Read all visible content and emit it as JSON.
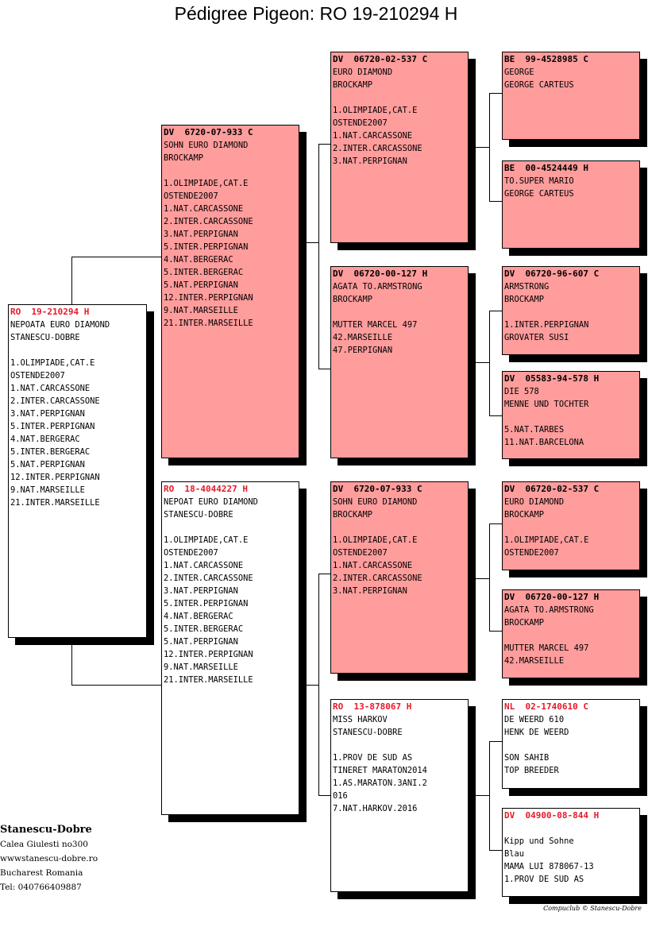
{
  "title": "Pédigree Pigeon: RO  19-210294 H",
  "colors": {
    "pink": "#ff9c9c",
    "red_ring": "#e8192a"
  },
  "cards": [
    {
      "ring": "RO  19-210294 H",
      "ring_red": true,
      "pink": false,
      "lines": [
        "NEPOATA EURO DIAMOND",
        "STANESCU-DOBRE",
        "",
        "1.OLIMPIADE,CAT.E",
        "OSTENDE2007",
        "1.NAT.CARCASSONE",
        "2.INTER.CARCASSONE",
        "3.NAT.PERPIGNAN",
        "5.INTER.PERPIGNAN",
        "4.NAT.BERGERAC",
        "5.INTER.BERGERAC",
        "5.NAT.PERPIGNAN",
        "12.INTER.PERPIGNAN",
        "9.NAT.MARSEILLE",
        "21.INTER.MARSEILLE"
      ]
    },
    {
      "ring": "DV  6720-07-933 C",
      "ring_red": false,
      "pink": true,
      "lines": [
        "SOHN EURO DIAMOND",
        "BROCKAMP",
        "",
        "1.OLIMPIADE,CAT.E",
        "OSTENDE2007",
        "1.NAT.CARCASSONE",
        "2.INTER.CARCASSONE",
        "3.NAT.PERPIGNAN",
        "5.INTER.PERPIGNAN",
        "4.NAT.BERGERAC",
        "5.INTER.BERGERAC",
        "5.NAT.PERPIGNAN",
        "12.INTER.PERPIGNAN",
        "9.NAT.MARSEILLE",
        "21.INTER.MARSEILLE"
      ]
    },
    {
      "ring": "RO  18-4044227 H",
      "ring_red": true,
      "pink": false,
      "lines": [
        "NEPOAT EURO DIAMOND",
        "STANESCU-DOBRE",
        "",
        "1.OLIMPIADE,CAT.E",
        "OSTENDE2007",
        "1.NAT.CARCASSONE",
        "2.INTER.CARCASSONE",
        "3.NAT.PERPIGNAN",
        "5.INTER.PERPIGNAN",
        "4.NAT.BERGERAC",
        "5.INTER.BERGERAC",
        "5.NAT.PERPIGNAN",
        "12.INTER.PERPIGNAN",
        "9.NAT.MARSEILLE",
        "21.INTER.MARSEILLE"
      ]
    },
    {
      "ring": "DV  06720-02-537 C",
      "ring_red": false,
      "pink": true,
      "lines": [
        "EURO DIAMOND",
        "BROCKAMP",
        "",
        "1.OLIMPIADE,CAT.E",
        "OSTENDE2007",
        "1.NAT.CARCASSONE",
        "2.INTER.CARCASSONE",
        "3.NAT.PERPIGNAN"
      ]
    },
    {
      "ring": "DV  06720-00-127 H",
      "ring_red": false,
      "pink": true,
      "lines": [
        "AGATA TO.ARMSTRONG",
        "BROCKAMP",
        "",
        "MUTTER MARCEL 497",
        "42.MARSEILLE",
        "47.PERPIGNAN"
      ]
    },
    {
      "ring": "DV  6720-07-933 C",
      "ring_red": false,
      "pink": true,
      "lines": [
        "SOHN EURO DIAMOND",
        "BROCKAMP",
        "",
        "1.OLIMPIADE,CAT.E",
        "OSTENDE2007",
        "1.NAT.CARCASSONE",
        "2.INTER.CARCASSONE",
        "3.NAT.PERPIGNAN"
      ]
    },
    {
      "ring": "RO  13-878067 H",
      "ring_red": true,
      "pink": false,
      "lines": [
        "MISS HARKOV",
        "STANESCU-DOBRE",
        "",
        "1.PROV DE SUD AS",
        "TINERET MARATON2014",
        "1.AS.MARATON.3ANI.2",
        "016",
        "7.NAT.HARKOV.2016"
      ]
    },
    {
      "ring": "BE  99-4528985 C",
      "ring_red": false,
      "pink": true,
      "lines": [
        "GEORGE",
        "GEORGE CARTEUS"
      ]
    },
    {
      "ring": "BE  00-4524449 H",
      "ring_red": false,
      "pink": true,
      "lines": [
        "TO.SUPER MARIO",
        "GEORGE CARTEUS"
      ]
    },
    {
      "ring": "DV  06720-96-607 C",
      "ring_red": false,
      "pink": true,
      "lines": [
        "ARMSTRONG",
        "BROCKAMP",
        "",
        "1.INTER.PERPIGNAN",
        "GROVATER SUSI"
      ]
    },
    {
      "ring": "DV  05583-94-578 H",
      "ring_red": false,
      "pink": true,
      "lines": [
        "DIE 578",
        "MENNE UND TOCHTER",
        "",
        "5.NAT.TARBES",
        "11.NAT.BARCELONA"
      ]
    },
    {
      "ring": "DV  06720-02-537 C",
      "ring_red": false,
      "pink": true,
      "lines": [
        "EURO DIAMOND",
        "BROCKAMP",
        "",
        "1.OLIMPIADE,CAT.E",
        "OSTENDE2007"
      ]
    },
    {
      "ring": "DV  06720-00-127 H",
      "ring_red": false,
      "pink": true,
      "lines": [
        "AGATA TO.ARMSTRONG",
        "BROCKAMP",
        "",
        "MUTTER MARCEL 497",
        "42.MARSEILLE"
      ]
    },
    {
      "ring": "NL  02-1740610 C",
      "ring_red": true,
      "pink": false,
      "lines": [
        "DE WEERD 610",
        "HENK DE WEERD",
        "",
        "SON SAHIB",
        "TOP BREEDER"
      ]
    },
    {
      "ring": "DV  04900-08-844 H",
      "ring_red": true,
      "pink": false,
      "lines": [
        "",
        "Kipp und Sohne",
        "Blau",
        "MAMA LUI 878067-13",
        "1.PROV DE SUD AS"
      ]
    }
  ],
  "owner": {
    "name": "Stanescu-Dobre",
    "lines": [
      "Calea Giulesti no300",
      "wwwstanescu-dobre.ro",
      "Bucharest Romania",
      "Tel: 040766409887"
    ]
  },
  "copyright": "Compuclub © Stanescu-Dobre"
}
